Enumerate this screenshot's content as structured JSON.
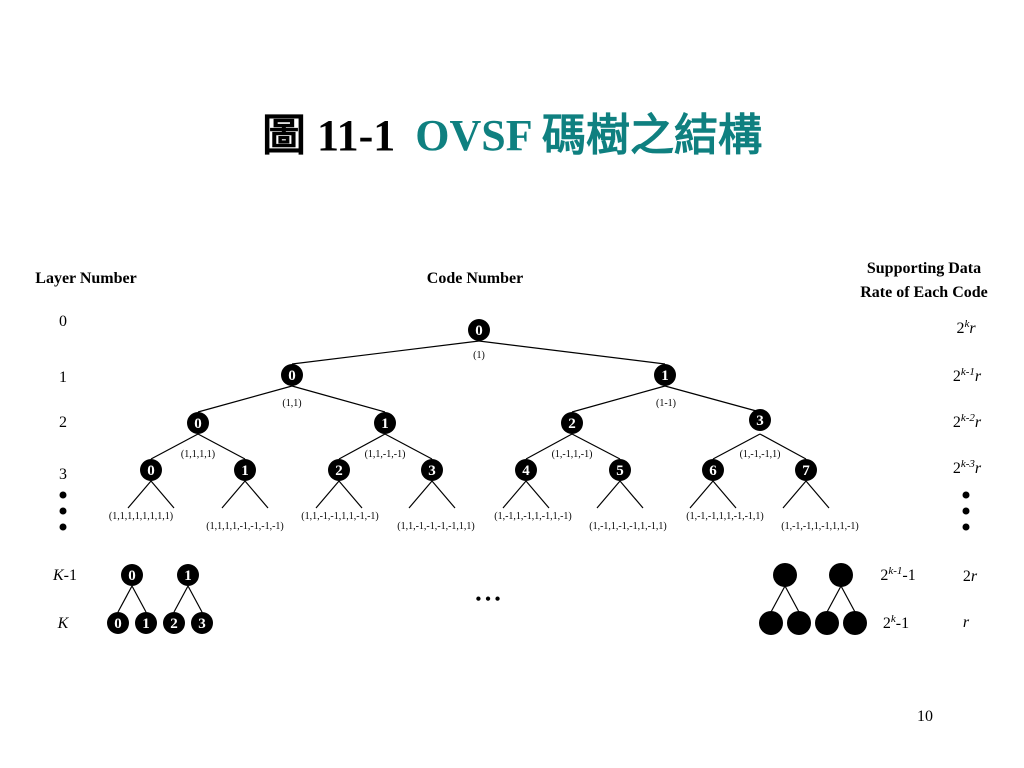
{
  "title": {
    "prefix": "圖 11-1",
    "main": "OVSF 碼樹之結構"
  },
  "headers": {
    "layer": "Layer Number",
    "code": "Code Number",
    "rate_line1": "Supporting Data",
    "rate_line2": "Rate of Each Code"
  },
  "layers": [
    "0",
    "1",
    "2",
    "3"
  ],
  "layer_k_minus_1": {
    "var": "K",
    "suffix": "-1"
  },
  "layer_k": {
    "var": "K"
  },
  "rates": [
    {
      "base": "2",
      "sup": "k",
      "var": "r"
    },
    {
      "base": "2",
      "sup": "k-1",
      "var": "r"
    },
    {
      "base": "2",
      "sup": "k-2",
      "var": "r"
    },
    {
      "base": "2",
      "sup": "k-3",
      "var": "r"
    }
  ],
  "rate_2r": {
    "coef": "2",
    "var": "r"
  },
  "rate_r": {
    "var": "r"
  },
  "last_index_k_minus_1": {
    "base": "2",
    "sup": "k-1",
    "suffix": "-1"
  },
  "last_index_k": {
    "base": "2",
    "sup": "k",
    "suffix": "-1"
  },
  "tree": {
    "level0": {
      "labels": [
        "0"
      ],
      "codes": [
        "(1)"
      ]
    },
    "level1": {
      "labels": [
        "0",
        "1"
      ],
      "codes": [
        "(1,1)",
        "(1-1)"
      ]
    },
    "level2": {
      "labels": [
        "0",
        "1",
        "2",
        "3"
      ],
      "codes": [
        "(1,1,1,1)",
        "(1,1,-1,-1)",
        "(1,-1,1,-1)",
        "(1,-1,-1,1)"
      ]
    },
    "level3": {
      "labels": [
        "0",
        "1",
        "2",
        "3",
        "4",
        "5",
        "6",
        "7"
      ]
    },
    "level4_codes": [
      "(1,1,1,1,1,1,1,1)",
      "(1,1,1,1,-1,-1,-1,-1)",
      "(1,1,-1,-1,1,1,-1,-1)",
      "(1,1,-1,-1,-1,-1,1,1)",
      "(1,-1,1,-1,1,-1,1,-1)",
      "(1,-1,1,-1,-1,1,-1,1)",
      "(1,-1,-1,1,1,-1,-1,1)",
      "(1,-1,-1,1,-1,1,1,-1)"
    ]
  },
  "bottom_left": {
    "upper_labels": [
      "0",
      "1"
    ],
    "lower_labels": [
      "0",
      "1",
      "2",
      "3"
    ]
  },
  "ellipsis": "• • •",
  "page_number": "10"
}
